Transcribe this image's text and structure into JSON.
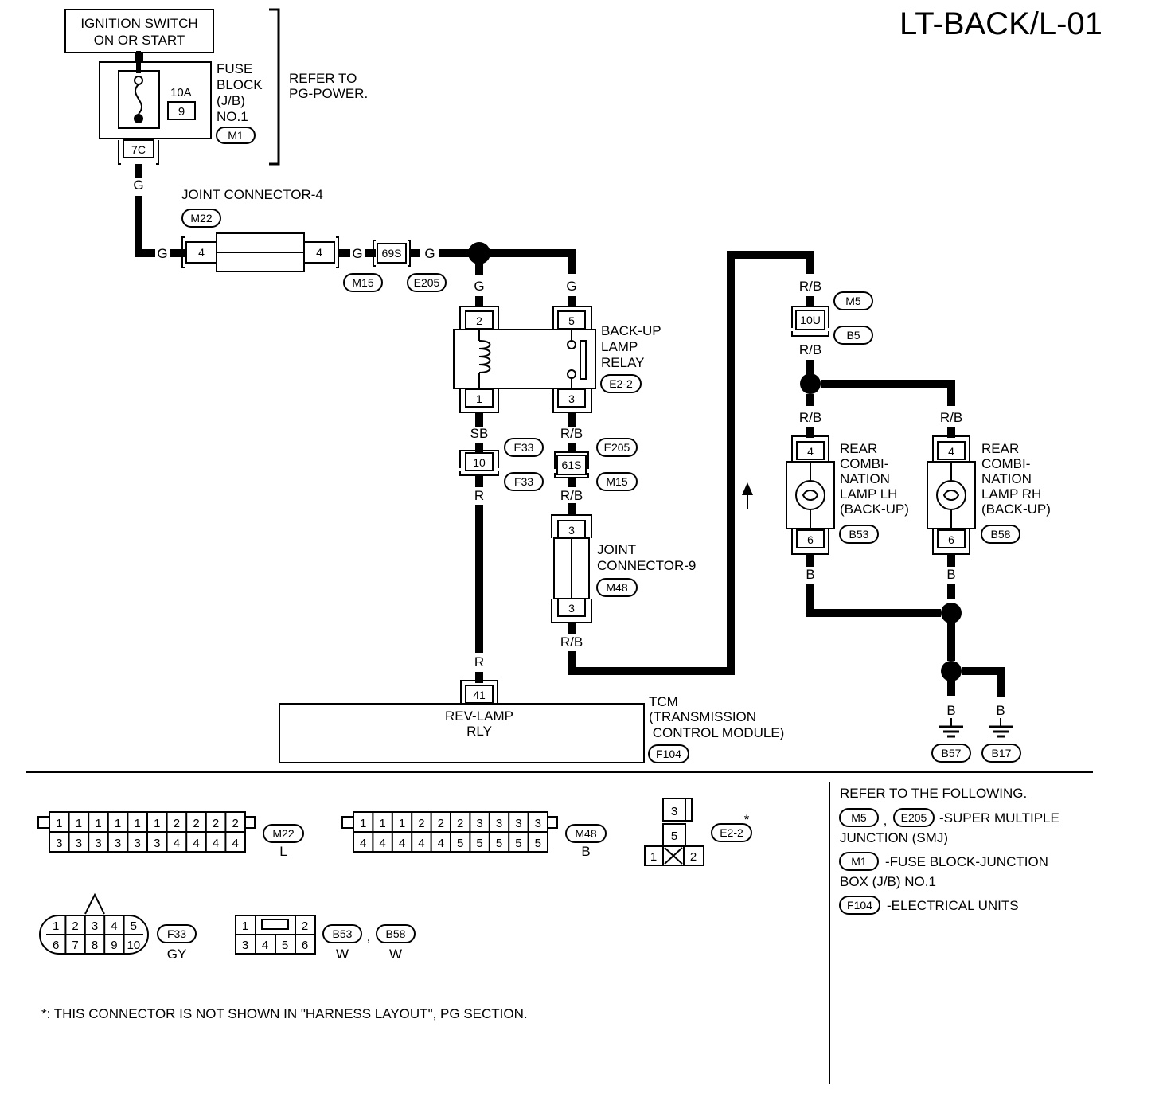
{
  "title": "LT-BACK/L-01",
  "ignition_switch": {
    "line1": "IGNITION SWITCH",
    "line2": "ON OR START"
  },
  "fuse_block": {
    "lines": [
      "FUSE",
      "BLOCK",
      "(J/B)",
      "NO.1"
    ],
    "fuse_rating": "10A",
    "fuse_number": "9",
    "connector": "M1",
    "terminal": "7C"
  },
  "refer_power": {
    "line1": "REFER TO",
    "line2": "PG-POWER."
  },
  "joint_connector_4": {
    "label": "JOINT CONNECTOR-4",
    "connector": "M22",
    "pin_left": "4",
    "pin_right": "4"
  },
  "inline_69s": {
    "pin": "69S",
    "left_connector": "M15",
    "right_connector": "E205"
  },
  "wire_colors": {
    "g": "G",
    "sb": "SB",
    "r": "R",
    "rb": "R/B",
    "b": "B"
  },
  "backup_relay": {
    "lines": [
      "BACK-UP",
      "LAMP",
      "RELAY"
    ],
    "connector": "E2-2",
    "pin_2": "2",
    "pin_5": "5",
    "pin_1": "1",
    "pin_3": "3"
  },
  "inline_10": {
    "pin": "10",
    "upper_connector": "E33",
    "lower_connector": "F33"
  },
  "inline_61s": {
    "pin": "61S",
    "upper_connector": "E205",
    "lower_connector": "M15"
  },
  "joint_connector_9": {
    "lines": [
      "JOINT",
      "CONNECTOR-9"
    ],
    "connector": "M48",
    "pin_top": "3",
    "pin_bottom": "3"
  },
  "inline_10u": {
    "pin": "10U",
    "upper_connector": "M5",
    "lower_connector": "B5"
  },
  "lamp_lh": {
    "lines": [
      "REAR",
      "COMBI-",
      "NATION",
      "LAMP LH",
      "(BACK-UP)"
    ],
    "connector": "B53",
    "pin_top": "4",
    "pin_bottom": "6"
  },
  "lamp_rh": {
    "lines": [
      "REAR",
      "COMBI-",
      "NATION",
      "LAMP RH",
      "(BACK-UP)"
    ],
    "connector": "B58",
    "pin_top": "4",
    "pin_bottom": "6"
  },
  "tcm": {
    "pin": "41",
    "inner_line1": "REV-LAMP",
    "inner_line2": "RLY",
    "lines": [
      "TCM",
      "(TRANSMISSION",
      " CONTROL MODULE)"
    ],
    "connector": "F104"
  },
  "grounds": {
    "left": "B57",
    "right": "B17"
  },
  "conn_views": {
    "m22": {
      "top": [
        "1",
        "1",
        "1",
        "1",
        "1",
        "1",
        "2",
        "2",
        "2",
        "2"
      ],
      "bottom": [
        "3",
        "3",
        "3",
        "3",
        "3",
        "3",
        "4",
        "4",
        "4",
        "4"
      ],
      "id": "M22",
      "color": "L"
    },
    "m48": {
      "top": [
        "1",
        "1",
        "1",
        "2",
        "2",
        "2",
        "3",
        "3",
        "3",
        "3"
      ],
      "bottom": [
        "4",
        "4",
        "4",
        "4",
        "4",
        "5",
        "5",
        "5",
        "5",
        "5"
      ],
      "id": "M48",
      "color": "B"
    },
    "e22": {
      "pins": [
        "3",
        "5",
        "1",
        "2"
      ],
      "id": "E2-2",
      "star": "*"
    },
    "f33": {
      "top": [
        "1",
        "2",
        "3",
        "4",
        "5"
      ],
      "bottom": [
        "6",
        "7",
        "8",
        "9",
        "10"
      ],
      "id": "F33",
      "color": "GY"
    },
    "b53b58": {
      "top": [
        "1",
        "2"
      ],
      "bottom": [
        "3",
        "4",
        "5",
        "6"
      ],
      "id1": "B53",
      "id2": "B58",
      "color1": "W",
      "color2": "W",
      "sep": ","
    }
  },
  "refer_panel": {
    "heading": "REFER TO THE FOLLOWING.",
    "item1_ids": [
      "M5",
      "E205"
    ],
    "item1_sep": ",",
    "item1_text": "-SUPER MULTIPLE",
    "item1_text2": "JUNCTION (SMJ)",
    "item2_id": "M1",
    "item2_text": "-FUSE BLOCK-JUNCTION",
    "item2_text2": "BOX (J/B) NO.1",
    "item3_id": "F104",
    "item3_text": "-ELECTRICAL UNITS"
  },
  "footnote": "*: THIS CONNECTOR IS NOT SHOWN IN \"HARNESS LAYOUT\", PG SECTION."
}
